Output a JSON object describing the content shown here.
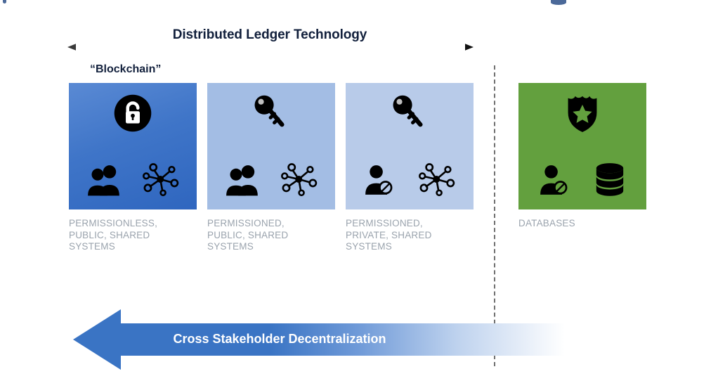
{
  "diagram": {
    "top_axis": {
      "title": "Distributed Ledger Technology",
      "arrow_icon": "double-headed-arrow-icon"
    },
    "blockchain_bracket_label": "“Blockchain”",
    "divider_icon": "vertical-dashed-divider-icon",
    "columns": [
      {
        "id": "permissionless-public-shared",
        "caption": "PERMISSIONLESS,\nPUBLIC, SHARED\nSYSTEMS",
        "swatch_color": "#3f75c8",
        "icons": [
          "open-padlock-icon",
          "group-of-people-icon",
          "network-nodes-icon"
        ]
      },
      {
        "id": "permissioned-public-shared",
        "caption": "PERMISSIONED,\nPUBLIC, SHARED\nSYSTEMS",
        "swatch_color": "#a3bde4",
        "icons": [
          "key-icon",
          "group-of-people-icon",
          "network-nodes-icon"
        ]
      },
      {
        "id": "permissioned-private-shared",
        "caption": "PERMISSIONED,\nPRIVATE, SHARED\nSYSTEMS",
        "swatch_color": "#b8cbe9",
        "icons": [
          "key-icon",
          "restricted-user-icon",
          "network-nodes-icon"
        ]
      },
      {
        "id": "databases",
        "caption": "DATABASES",
        "swatch_color": "#63a03e",
        "icons": [
          "security-badge-icon",
          "restricted-user-icon",
          "database-stack-icon"
        ]
      }
    ],
    "bottom_arrow": {
      "label": "Cross Stakeholder Decentralization",
      "direction": "left",
      "gradient_from": "#3a74c4",
      "gradient_to": "#ffffff"
    }
  }
}
